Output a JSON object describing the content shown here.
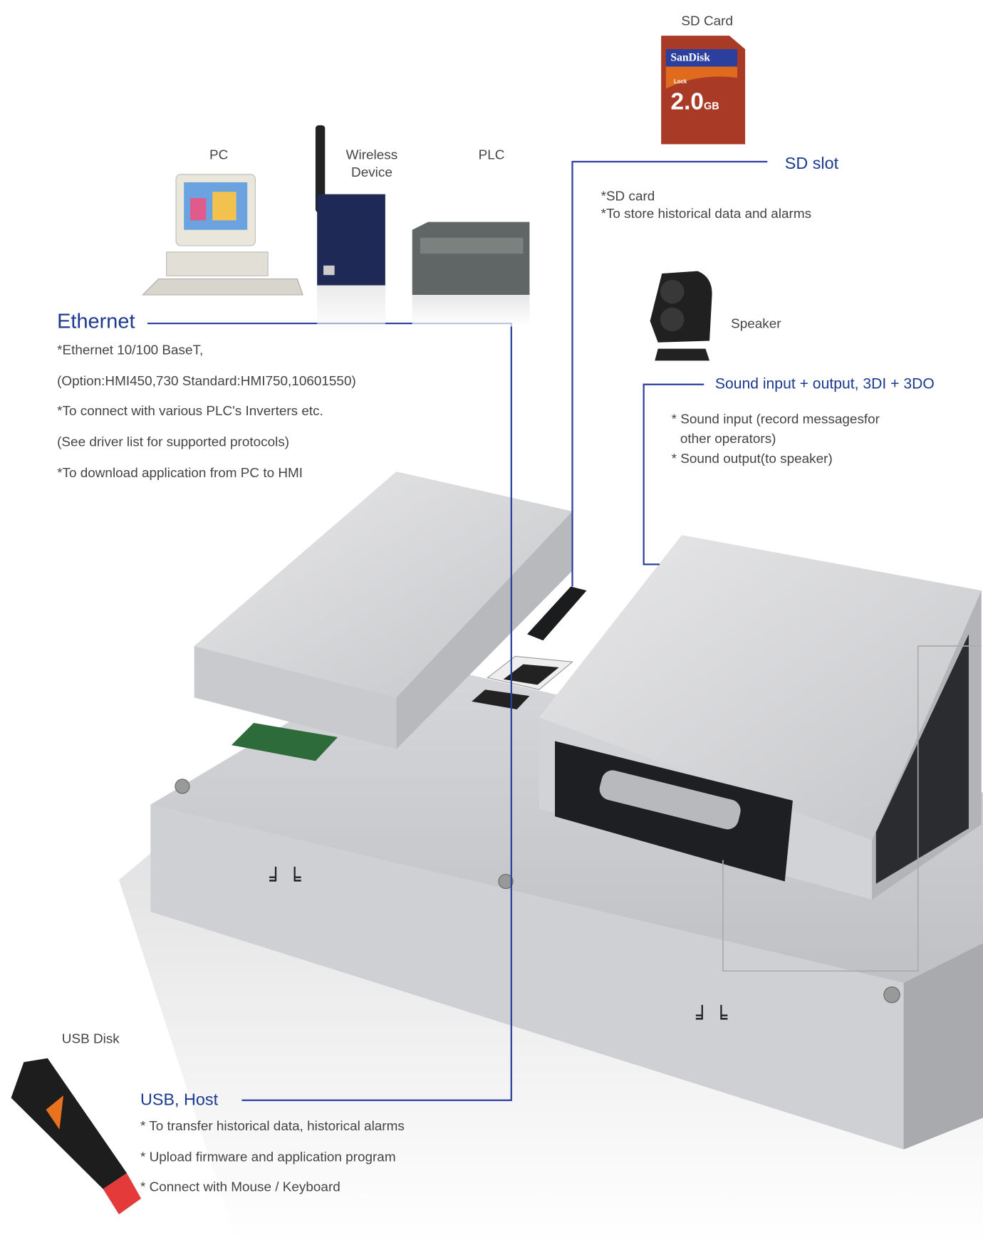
{
  "devices": {
    "sd_card_label": "SD Card",
    "sd_card_brand": "SanDisk",
    "sd_card_capacity": "2.0",
    "sd_card_unit": "GB",
    "sd_card_lock": "Lock",
    "pc_label": "PC",
    "wireless_label_1": "Wireless",
    "wireless_label_2": "Device",
    "plc_label": "PLC",
    "speaker_label": "Speaker",
    "usb_disk_label": "USB Disk"
  },
  "ethernet": {
    "title": "Ethernet",
    "lines": [
      "*Ethernet 10/100 BaseT,",
      "(Option:HMI450,730  Standard:HMI750,10601550)",
      "*To connect with various PLC's  Inverters etc.",
      "(See driver list for supported protocols)",
      "*To download application from PC to HMI"
    ]
  },
  "sd_slot": {
    "title": "SD slot",
    "lines": [
      "*SD card",
      "*To store historical data and alarms"
    ]
  },
  "sound": {
    "title": "Sound input + output, 3DI + 3DO",
    "lines": [
      "* Sound input (record messagesfor",
      "other operators)",
      "* Sound output(to speaker)"
    ]
  },
  "usb": {
    "title": "USB, Host",
    "lines": [
      "* To transfer historical data, historical alarms",
      "* Upload firmware and application program",
      "* Connect with Mouse / Keyboard"
    ]
  },
  "colors": {
    "accent": "#1b3a8f",
    "line": "#2b3f9e",
    "text": "#444444"
  }
}
